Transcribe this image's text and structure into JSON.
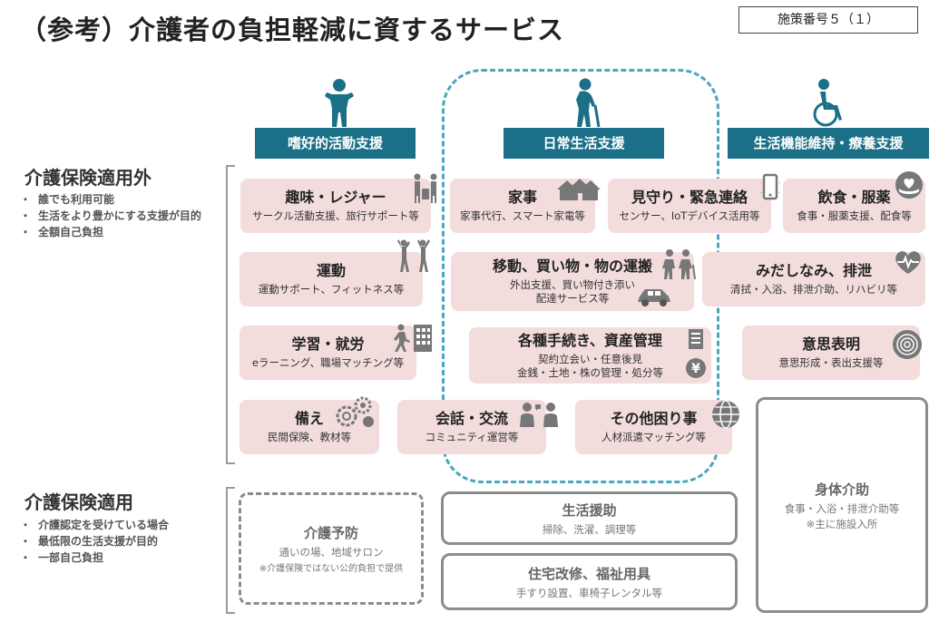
{
  "title": "（参考）介護者の負担軽減に資するサービス",
  "policy_number": "施策番号５（１）",
  "categories": [
    {
      "label": "嗜好的活動支援",
      "icon": "person-standing-icon"
    },
    {
      "label": "日常生活支援",
      "icon": "elderly-with-cane-icon"
    },
    {
      "label": "生活機能維持・療養支援",
      "icon": "wheelchair-icon"
    }
  ],
  "sections": {
    "outside": {
      "title": "介護保険適用外",
      "bullets": [
        "誰でも利用可能",
        "生活をより豊かにする支援が目的",
        "全額自己負担"
      ]
    },
    "inside": {
      "title": "介護保険適用",
      "bullets": [
        "介護認定を受けている場合",
        "最低限の生活支援が目的",
        "一部自己負担"
      ]
    }
  },
  "cards": {
    "hobby": {
      "title": "趣味・レジャー",
      "sub": "サークル活動支援、旅行サポート等"
    },
    "exercise": {
      "title": "運動",
      "sub": "運動サポート、フィットネス等"
    },
    "learning": {
      "title": "学習・就労",
      "sub": "eラーニング、職場マッチング等"
    },
    "preparation": {
      "title": "備え",
      "sub": "民間保険、教材等"
    },
    "conversation": {
      "title": "会話・交流",
      "sub": "コミュニティ運営等"
    },
    "housework": {
      "title": "家事",
      "sub": "家事代行、スマート家電等"
    },
    "watch": {
      "title": "見守り・緊急連絡",
      "sub": "センサー、IoTデバイス活用等"
    },
    "transport": {
      "title": "移動、買い物・物の運搬",
      "sub1": "外出支援、買い物付き添い",
      "sub2": "配達サービス等"
    },
    "procedures": {
      "title": "各種手続き、資産管理",
      "sub1": "契約立会い・任意後見",
      "sub2": "金銭・土地・株の管理・処分等"
    },
    "other": {
      "title": "その他困り事",
      "sub": "人材派遣マッチング等"
    },
    "meals": {
      "title": "飲食・服薬",
      "sub": "食事・服薬支援、配食等"
    },
    "grooming": {
      "title": "みだしなみ、排泄",
      "sub": "清拭・入浴、排泄介助、リハビリ等"
    },
    "expression": {
      "title": "意思表明",
      "sub": "意思形成・表出支援等"
    }
  },
  "insured": {
    "prevention": {
      "title": "介護予防",
      "sub": "通いの場、地域サロン",
      "note": "※介護保険ではない公的負担で提供"
    },
    "livelihood": {
      "title": "生活援助",
      "sub": "掃除、洗濯、調理等"
    },
    "housing": {
      "title": "住宅改修、福祉用具",
      "sub": "手すり設置、車椅子レンタル等"
    },
    "physical": {
      "title": "身体介助",
      "sub1": "食事・入浴・排泄介助等",
      "sub2": "※主に施設入所"
    }
  },
  "colors": {
    "header_bg": "#1b7087",
    "icon_teal": "#1b7087",
    "card_pink": "#f3dcdc",
    "dashed_frame": "#4aa7be",
    "gray_border": "#8c8c8c",
    "icon_gray": "#777777"
  }
}
